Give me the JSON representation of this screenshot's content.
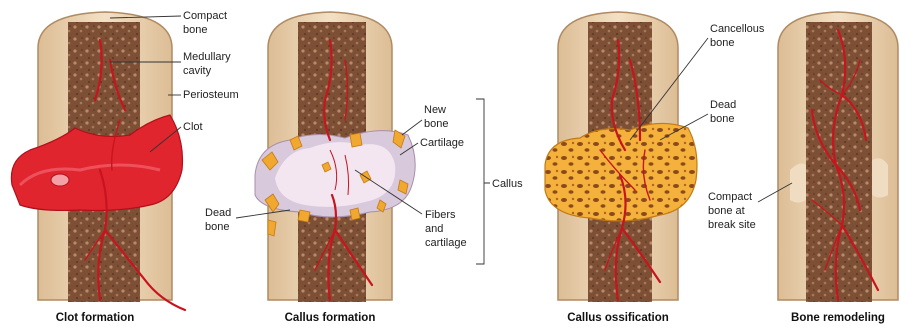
{
  "labels": {
    "compact_bone": [
      "Compact",
      "bone"
    ],
    "medullary_cavity": [
      "Medullary",
      "cavity"
    ],
    "periosteum": "Periosteum",
    "clot": "Clot",
    "new_bone": [
      "New",
      "bone"
    ],
    "cartilage": "Cartilage",
    "callus": "Callus",
    "fibers_and_cartilage": [
      "Fibers",
      "and",
      "cartilage"
    ],
    "dead_bone_left": [
      "Dead",
      "bone"
    ],
    "cancellous_bone": [
      "Cancellous",
      "bone"
    ],
    "dead_bone_right": [
      "Dead",
      "bone"
    ],
    "compact_bone_at_break_site": [
      "Compact",
      "bone at",
      "break site"
    ]
  },
  "captions": {
    "stage1": "Clot formation",
    "stage2": "Callus formation",
    "stage3": "Callus ossification",
    "stage4": "Bone remodeling"
  },
  "colors": {
    "bone_outer": "#ecd3b0",
    "bone_edge": "#b08a62",
    "marrow": "#8a5a3c",
    "clot": "#e0252f",
    "callus_pale": "#f3e6f0",
    "cartilage": "#d8c9dc",
    "new_bone": "#f0a830",
    "ossified_callus": "#f4b23c",
    "vessel": "#c8141e"
  }
}
